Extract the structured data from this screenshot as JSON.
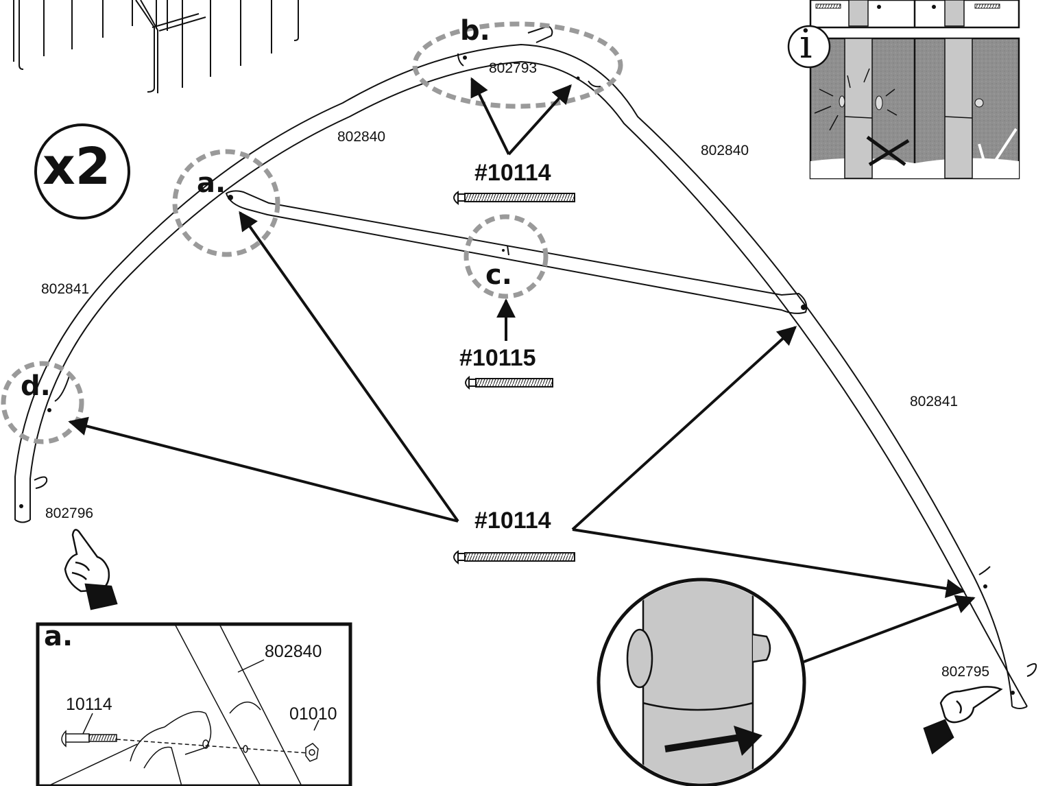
{
  "multiplier": "x2",
  "info_symbol": "i",
  "parts": {
    "top_center": "802793",
    "upper_left": "802840",
    "upper_right": "802840",
    "lower_left": "802841",
    "lower_right": "802841",
    "foot_left": "802796",
    "foot_right": "802795"
  },
  "detail_markers": {
    "a": "a.",
    "b": "b.",
    "c": "c.",
    "d": "d."
  },
  "bolts": {
    "top": "#10114",
    "center": "#10115",
    "bottom": "#10114"
  },
  "inset_a": {
    "marker": "a.",
    "tube": "802840",
    "bolt": "10114",
    "nut": "01010"
  },
  "colors": {
    "line": "#111111",
    "dashed_circle": "#9a9a9a",
    "tube_gray": "#c8c8c8",
    "panel_gray": "#8c8c8c"
  },
  "icons": [
    "pointing-hand-icon",
    "bolt-icon",
    "nut-icon",
    "check-icon",
    "cross-icon",
    "info-icon",
    "arrow-icon"
  ]
}
